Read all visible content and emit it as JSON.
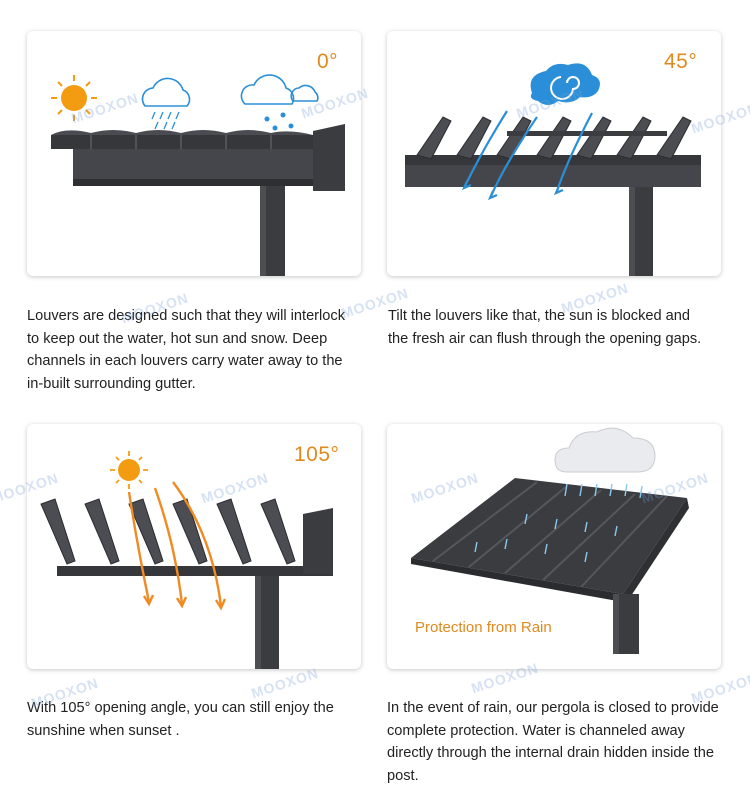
{
  "panels": [
    {
      "angle": "0°",
      "caption": "Louvers are designed such that they will interlock to keep out the water, hot sun and snow. Deep channels in each louvers carry water away to the in-built surrounding gutter."
    },
    {
      "angle": "45°",
      "caption": "Tilt the louvers like that, the sun is blocked and the fresh air can flush through the opening gaps."
    },
    {
      "angle": "105°",
      "caption": "With 105° opening angle, you can still enjoy the sunshine when sunset ."
    },
    {
      "label": "Protection from Rain",
      "caption": "In the event of rain, our pergola is closed to provide complete protection. Water is channeled away directly through the internal drain hidden inside the post."
    }
  ],
  "watermark": "MOOXON",
  "colors": {
    "accent": "#e08a1e",
    "frame": "#3a3c40",
    "sky": "#2a8fd8",
    "sun": "#f39c12"
  }
}
